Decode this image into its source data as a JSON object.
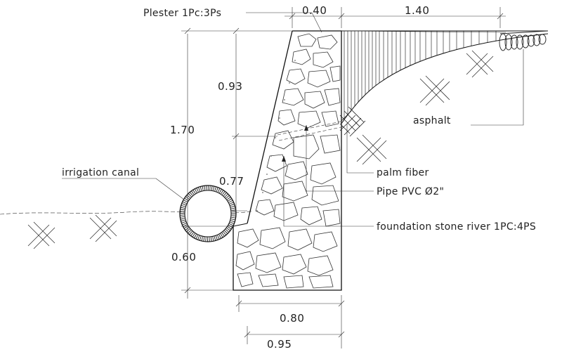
{
  "labels": {
    "plaster": "Plester 1Pc:3Ps",
    "asphalt": "asphalt",
    "irrigation": "irrigation canal",
    "palm_fiber": "palm fiber",
    "pipe": "Pipe PVC Ø2\"",
    "foundation": "foundation stone river 1PC:4PS"
  },
  "dimensions": {
    "top_width": "0.40",
    "backfill_width": "1.40",
    "upper_height": "0.93",
    "total_height": "1.70",
    "lower_height": "0.77",
    "footing_height": "0.60",
    "base_width": "0.80",
    "overall_width": "0.95"
  },
  "colors": {
    "line": "#111111",
    "background": "#ffffff"
  }
}
